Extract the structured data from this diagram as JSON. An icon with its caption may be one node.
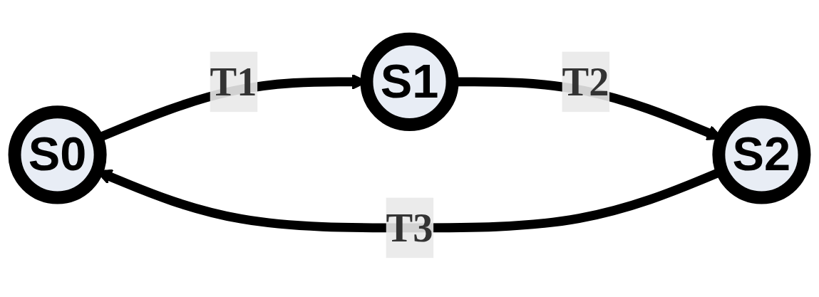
{
  "diagram": {
    "nodes": [
      {
        "text": [
          "S0"
        ]
      },
      {
        "text": [
          "S1"
        ]
      },
      {
        "text": [
          "S2"
        ]
      }
    ],
    "edges": [
      {
        "from": 0,
        "to": 1,
        "arrow": "to",
        "label": "T1"
      },
      {
        "from": 1,
        "to": 2,
        "arrow": "to",
        "label": "T2"
      },
      {
        "from": 2,
        "to": 0,
        "arrow": "to",
        "label": "T3"
      }
    ]
  }
}
